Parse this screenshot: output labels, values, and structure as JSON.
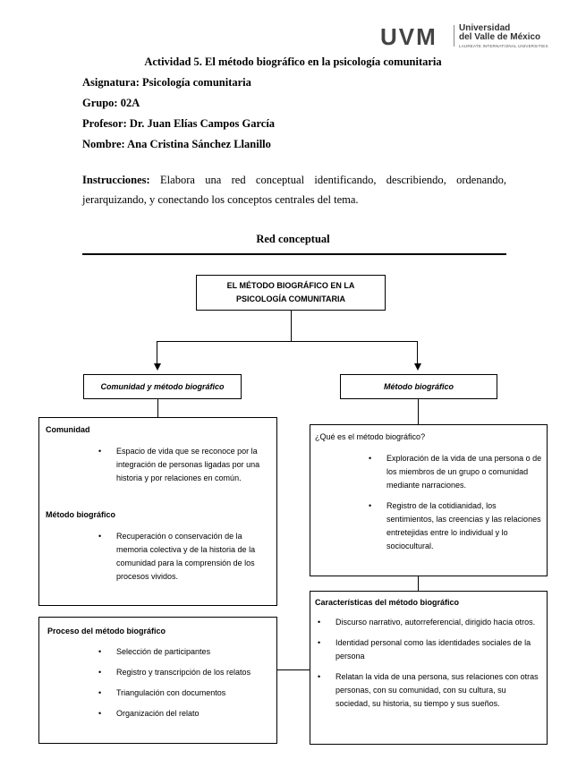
{
  "logo": {
    "mark": "UVM",
    "line1": "Universidad",
    "line2": "del Valle de México",
    "line3": "LAUREATE INTERNATIONAL UNIVERSITIES"
  },
  "header": {
    "title": "Actividad 5. El método biográfico en la psicología comunitaria",
    "asignatura": "Asignatura: Psicología comunitaria",
    "grupo": "Grupo: 02A",
    "profesor": "Profesor: Dr. Juan Elías Campos García",
    "nombre": "Nombre: Ana Cristina Sánchez Llanillo"
  },
  "instructions": {
    "label": "Instrucciones:",
    "text": " Elabora una red conceptual identificando, describiendo, ordenando, jerarquizando, y conectando los conceptos centrales del tema."
  },
  "network": {
    "title": "Red conceptual",
    "root_line1": "EL MÉTODO BIOGRÁFICO EN LA",
    "root_line2": "PSICOLOGÍA COMUNITARIA",
    "left_title": "Comunidad y método biográfico",
    "right_title": "Método biográfico",
    "comunidad": {
      "heading": "Comunidad",
      "items": [
        "Espacio de vida que se reconoce por la integración de personas ligadas por una historia y por relaciones en común."
      ],
      "heading2": "Método biográfico",
      "items2": [
        "Recuperación o conservación de la memoria colectiva y de la historia de la comunidad para la comprensión de los procesos vividos."
      ]
    },
    "que_es": {
      "heading": "¿Qué es el método biográfico?",
      "items": [
        "Exploración de la vida de una persona o de los miembros de un grupo o comunidad mediante narraciones.",
        "Registro de la cotidianidad, los sentimientos, las creencias y las relaciones entretejidas entre lo individual y lo sociocultural."
      ]
    },
    "caracteristicas": {
      "heading": "Características del método biográfico",
      "items": [
        "Discurso narrativo, autorreferencial, dirigido hacia otros.",
        "Identidad personal como las identidades sociales de la persona",
        "Relatan la vida de una persona, sus relaciones con otras personas, con su comunidad, con su cultura, su sociedad, su historia, su tiempo y sus sueños."
      ]
    },
    "proceso": {
      "heading": "Proceso del método biográfico",
      "items": [
        "Selección de participantes",
        "Registro y transcripción de los relatos",
        "Triangulación con documentos",
        "Organización del relato"
      ]
    }
  }
}
